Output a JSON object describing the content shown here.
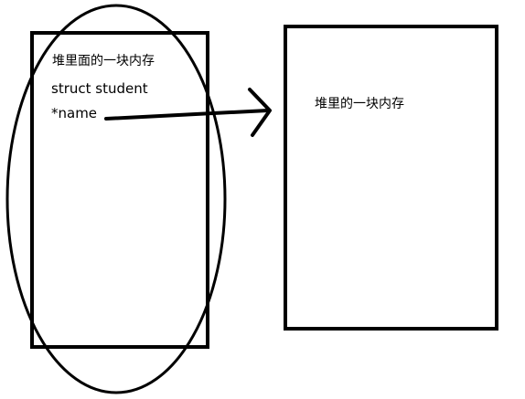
{
  "left_box": {
    "title": "堆里面的一块内存",
    "line_1": "struct student",
    "line_2": "*name"
  },
  "right_box": {
    "title": "堆里的一块内存"
  },
  "colors": {
    "stroke": "#000000",
    "background": "#ffffff"
  }
}
